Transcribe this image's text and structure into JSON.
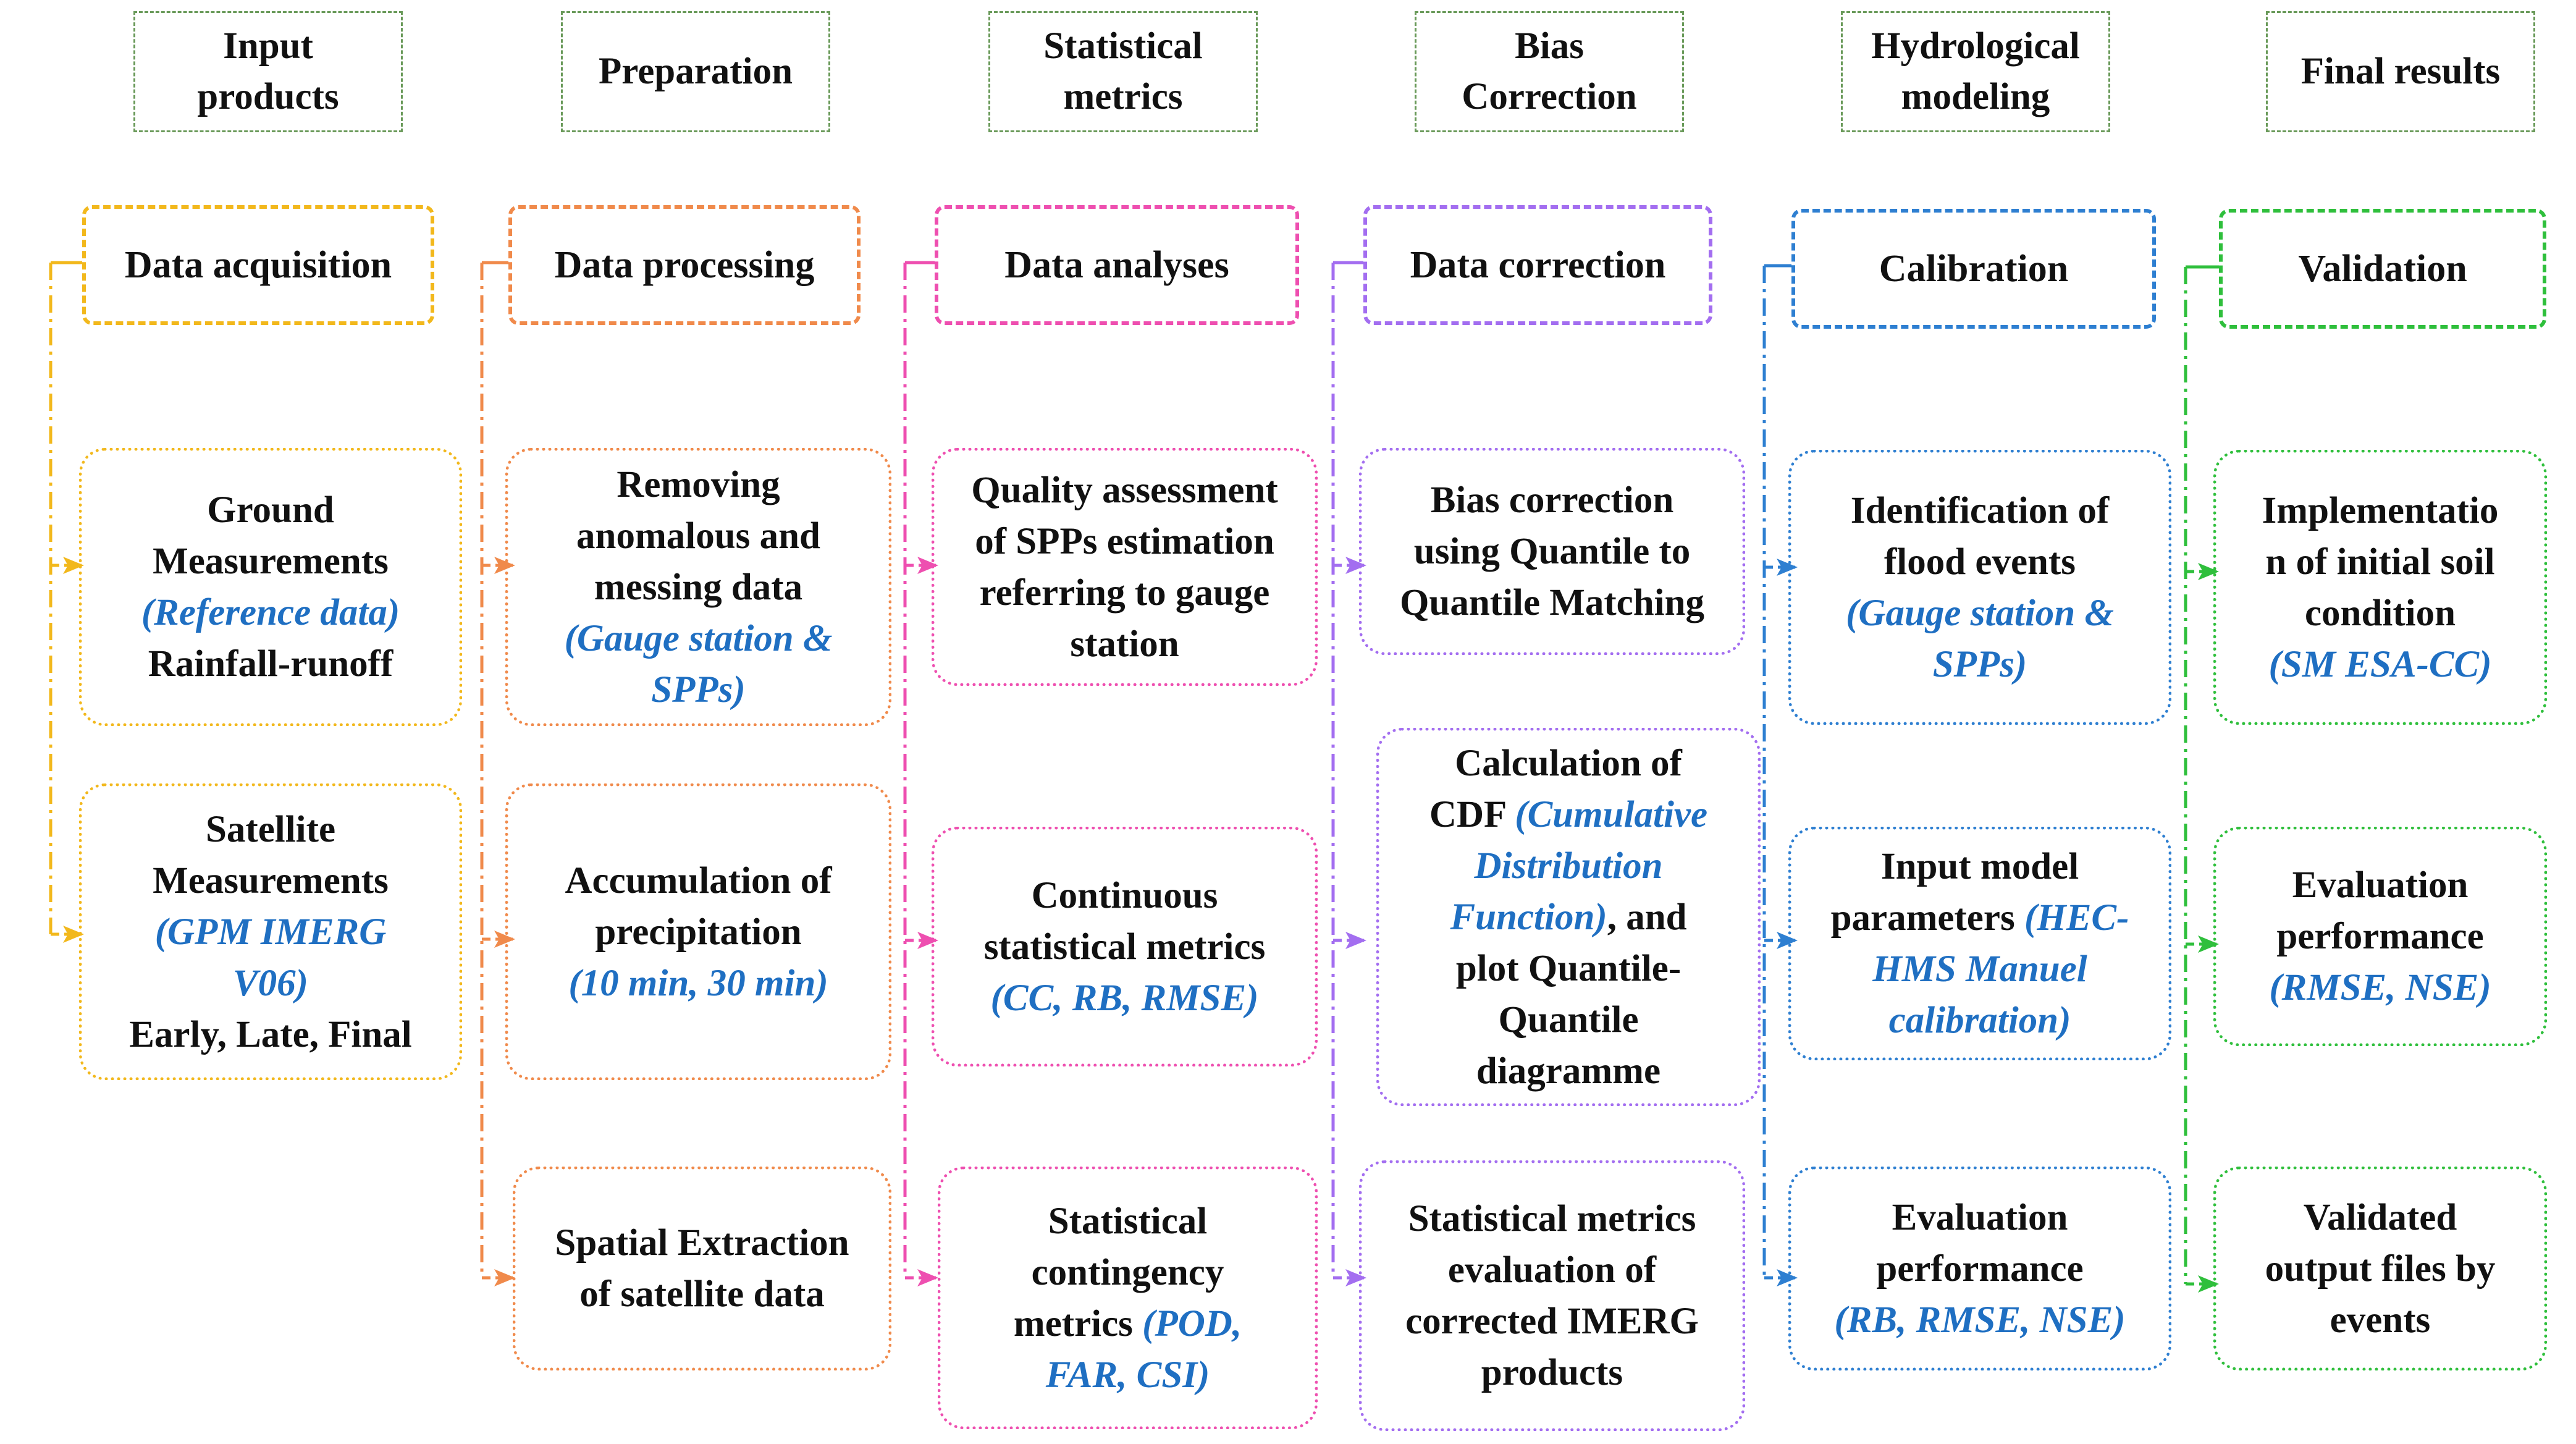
{
  "colors": {
    "stage_border": "#6a9a5a",
    "highlight_text": "#1f6fc2",
    "col1": "#f2b81c",
    "col2": "#f08a4b",
    "col3": "#ee4fb0",
    "col4": "#a36ef0",
    "col5": "#2e7fd1",
    "col6": "#2fbf3c"
  },
  "stages": [
    [
      "Input",
      "products"
    ],
    [
      "Preparation"
    ],
    [
      "Statistical",
      "metrics"
    ],
    [
      "Bias",
      "Correction"
    ],
    [
      "Hydrological",
      "modeling"
    ],
    [
      "Final results"
    ]
  ],
  "headers": [
    "Data acquisition",
    "Data processing",
    "Data analyses",
    "Data correction",
    "Calibration",
    "Validation"
  ],
  "boxes": {
    "c1b1": [
      "Ground",
      "Measurements",
      "(Reference data)",
      "Rainfall-runoff"
    ],
    "c1b2": [
      "Satellite",
      "Measurements",
      "(GPM IMERG",
      "V06)",
      "Early, Late, Final"
    ],
    "c2b1": [
      "Removing",
      "anomalous and",
      "messing data",
      "(Gauge station &",
      "SPPs)"
    ],
    "c2b2": [
      "Accumulation of",
      "precipitation",
      "(10 min, 30 min)"
    ],
    "c2b3": [
      "Spatial Extraction",
      "of satellite data"
    ],
    "c3b1": [
      "Quality assessment",
      "of SPPs estimation",
      "referring to gauge",
      "station"
    ],
    "c3b2": [
      "Continuous",
      "statistical metrics",
      "(CC, RB, RMSE)"
    ],
    "c3b3": [
      "Statistical",
      "contingency",
      "metrics ",
      "(POD,",
      "FAR, CSI)"
    ],
    "c4b1": [
      "Bias correction",
      "using Quantile to",
      "Quantile Matching"
    ],
    "c4b2": [
      "Calculation of",
      "CDF ",
      "(Cumulative",
      "Distribution",
      "Function)",
      ", and",
      "plot Quantile-",
      "Quantile",
      "diagramme"
    ],
    "c4b3": [
      "Statistical metrics",
      "evaluation of",
      "corrected IMERG",
      "products"
    ],
    "c5b1": [
      "Identification of",
      "flood events",
      "(Gauge station &",
      "SPPs)"
    ],
    "c5b2": [
      "Input model",
      "parameters ",
      "(HEC-",
      "HMS Manuel",
      "calibration)"
    ],
    "c5b3": [
      "Evaluation",
      "performance",
      "(RB, RMSE, NSE)"
    ],
    "c6b1": [
      "Implementatio",
      "n of initial soil",
      "condition",
      "(SM ESA-CC)"
    ],
    "c6b2": [
      "Evaluation",
      "performance",
      "(RMSE, NSE)"
    ],
    "c6b3": [
      "Validated",
      "output files by",
      "events"
    ]
  }
}
